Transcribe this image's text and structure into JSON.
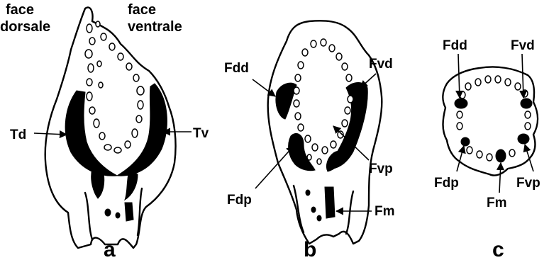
{
  "header": {
    "face_dorsale_line1": "face",
    "face_dorsale_line2": "dorsale",
    "face_ventrale_line1": "face",
    "face_ventrale_line2": "ventrale"
  },
  "panel_a": {
    "letter": "a",
    "label_td": "Td",
    "label_tv": "Tv"
  },
  "panel_b": {
    "letter": "b",
    "label_fdd": "Fdd",
    "label_fvd": "Fvd",
    "label_fvp": "Fvp",
    "label_fdp": "Fdp",
    "label_fm": "Fm"
  },
  "panel_c": {
    "letter": "c",
    "label_fdd": "Fdd",
    "label_fvd": "Fvd",
    "label_fdp": "Fdp",
    "label_fm": "Fm",
    "label_fvp": "Fvp"
  }
}
